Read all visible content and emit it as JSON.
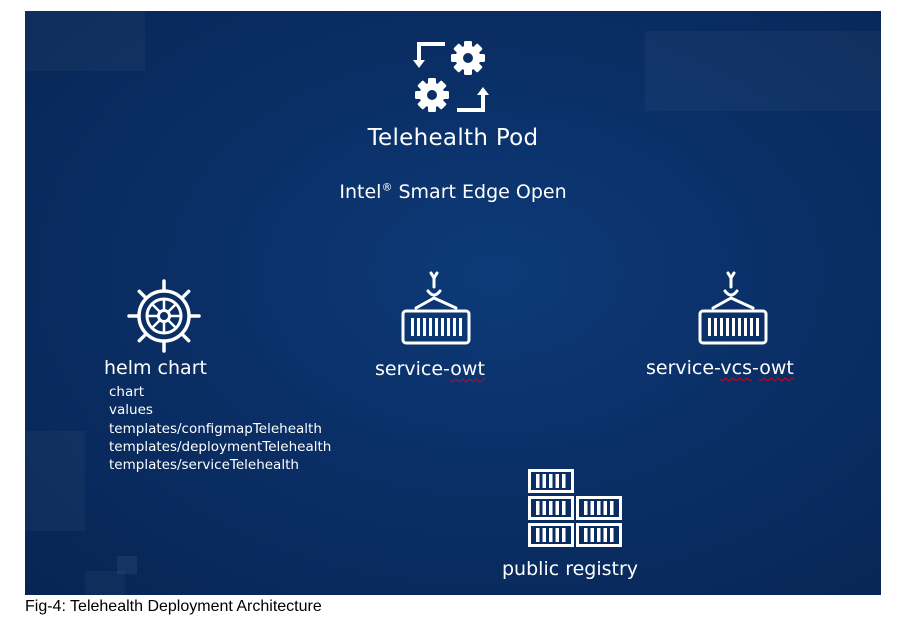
{
  "diagram": {
    "title": "Telehealth Pod",
    "subtitle_main": "Intel",
    "subtitle_reg": "®",
    "subtitle_rest": " Smart Edge Open",
    "helm": {
      "label": "helm chart",
      "files": [
        "chart",
        "values",
        "templates/configmapTelehealth",
        "templates/deploymentTelehealth",
        "templates/serviceTelehealth"
      ]
    },
    "service_owt": {
      "label_prefix": "service-",
      "label_suffix": "owt"
    },
    "service_vcs": {
      "label_prefix": "service-",
      "label_mid": "vcs",
      "label_sep": "-",
      "label_suffix": "owt"
    },
    "registry": {
      "label": "public registry"
    }
  },
  "caption": "Fig-4: Telehealth Deployment Architecture",
  "icons": {
    "pod": "gears-cycle-icon",
    "helm": "helm-wheel-icon",
    "service_owt": "container-crane-icon",
    "service_vcs": "container-crane-icon",
    "registry": "container-stack-icon"
  },
  "colors": {
    "background": "#0a2f66",
    "foreground": "#ffffff",
    "spellcheck": "#d0021b"
  }
}
